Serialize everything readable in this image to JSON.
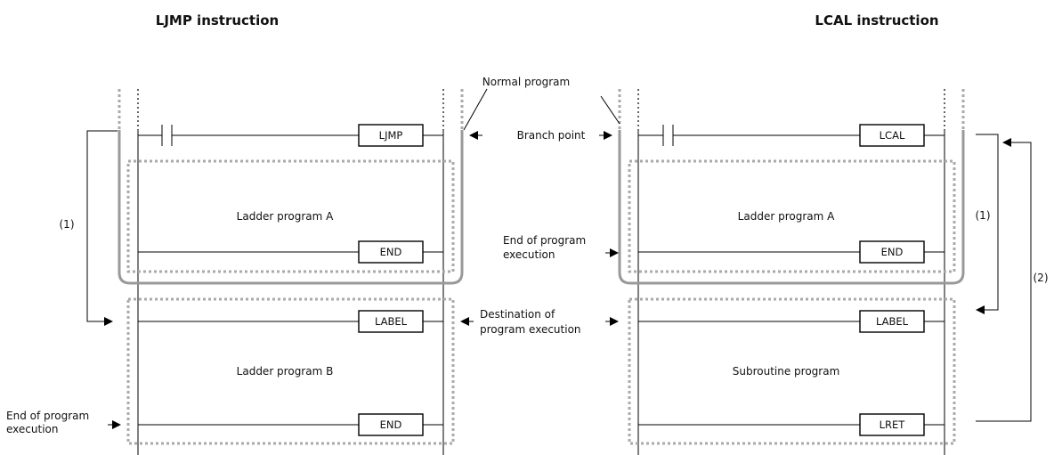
{
  "titles": {
    "left": "LJMP instruction",
    "right": "LCAL instruction"
  },
  "labels": {
    "normal_program": "Normal program",
    "branch_point": "Branch point",
    "end_of_program_line1": "End of program",
    "end_of_program_line2": "execution",
    "destination_line1": "Destination of",
    "destination_line2": "program execution",
    "marker_1": "(1)",
    "marker_2": "(2)"
  },
  "left_diagram": {
    "instruction_box": "LJMP",
    "program_a": "Ladder program A",
    "program_a_end": "END",
    "label_box": "LABEL",
    "program_b": "Ladder program B",
    "program_b_end": "END",
    "end_note_line1": "End of program",
    "end_note_line2": "execution"
  },
  "right_diagram": {
    "instruction_box": "LCAL",
    "program_a": "Ladder program A",
    "program_a_end": "END",
    "label_box": "LABEL",
    "subroutine": "Subroutine program",
    "return_box": "LRET"
  },
  "colors": {
    "highlight": "#999999",
    "dotted_block": "#aaaaaa",
    "line": "#000000"
  }
}
